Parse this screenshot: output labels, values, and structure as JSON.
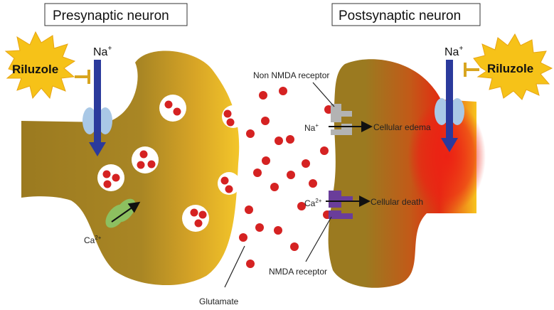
{
  "titles": {
    "presynaptic": "Presynaptic neuron",
    "postsynaptic": "Postsynaptic neuron"
  },
  "drug": {
    "left": "Riluzole",
    "right": "Riluzole"
  },
  "ions": {
    "na_left": "Na",
    "na_left_sup": "+",
    "na_right": "Na",
    "na_right_sup": "+",
    "ca_left": "Ca",
    "ca_left_sup": "2+",
    "na_post": "Na",
    "na_post_sup": "+",
    "ca_post": "Ca",
    "ca_post_sup": "2+"
  },
  "labels": {
    "non_nmda_receptor": "Non NMDA receptor",
    "nmda_receptor": "NMDA receptor",
    "glutamate": "Glutamate",
    "cellular_edema": "Cellular edema",
    "cellular_death": "Cellular death"
  },
  "colors": {
    "neuron_brown": "#9b7a20",
    "neuron_gold": "#f2c028",
    "lesion_red": "#e01a12",
    "glutamate_red": "#d52222",
    "channel_arrow": "#2b3a9c",
    "starburst": "#f6c218",
    "blocker": "#d8a520",
    "na_channel": "#a9c8e6",
    "non_nmda": "#b3b3b3",
    "nmda": "#6a3d9a",
    "ca_channel": "#8dc060"
  },
  "icons": {
    "na_channel": "sodium-channel-icon",
    "ca_channel": "calcium-channel-icon",
    "starburst": "starburst-icon",
    "vesicle": "vesicle-icon"
  }
}
